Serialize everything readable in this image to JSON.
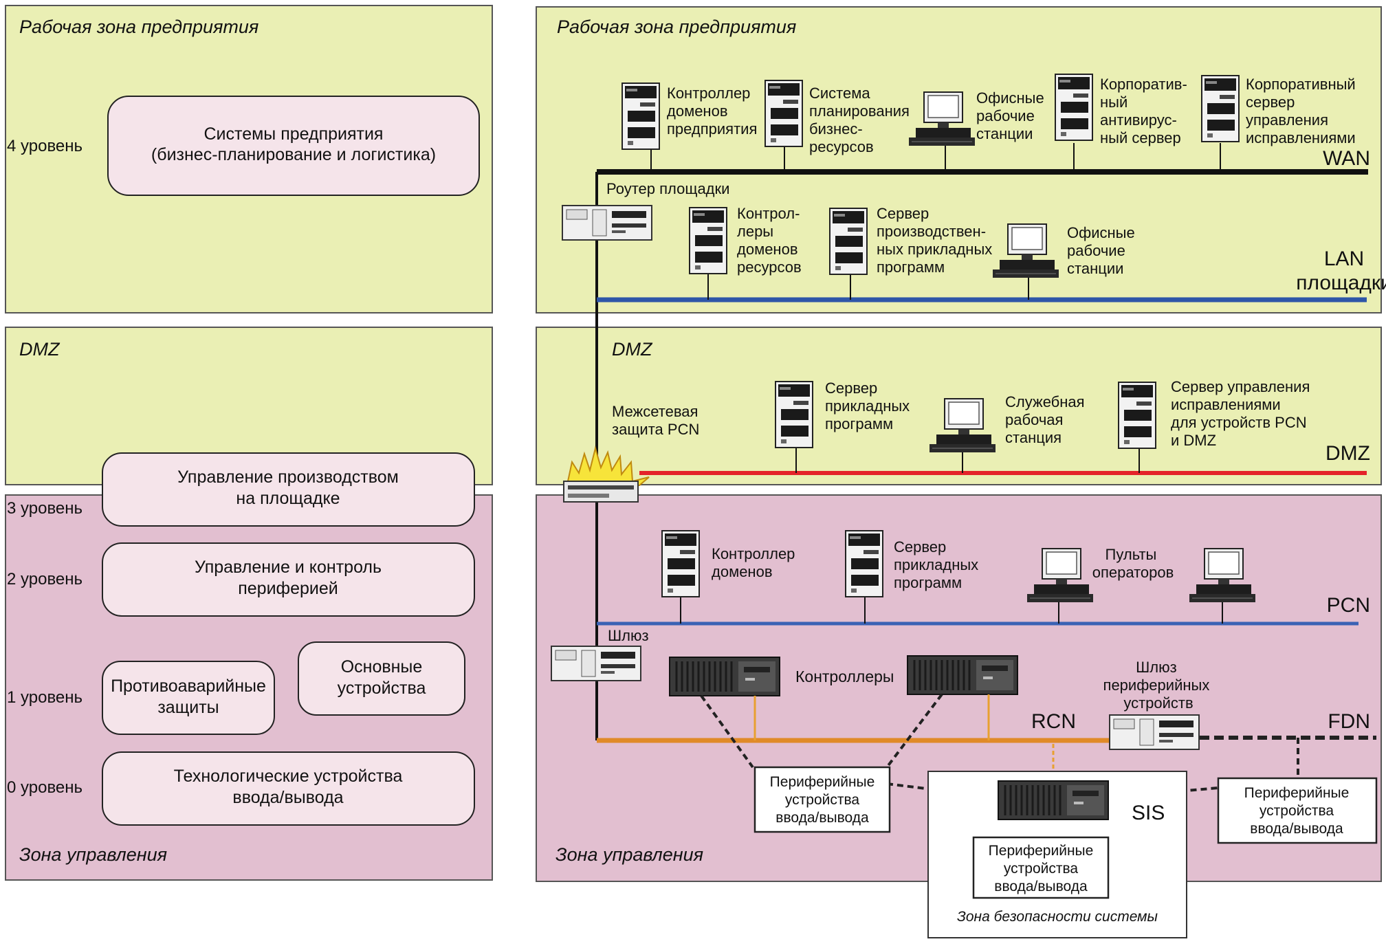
{
  "left": {
    "enterprise_zone_title": "Рабочая зона предприятия",
    "dmz_title": "DMZ",
    "control_zone_title": "Зона управления",
    "levels": {
      "level4": "4 уровень",
      "level3": "3 уровень",
      "level2": "2 уровень",
      "level1": "1 уровень",
      "level0": "0 уровень"
    },
    "boxes": {
      "enterprise_systems": [
        "Системы предприятия",
        "(бизнес-планирование и логистика)"
      ],
      "site_production": [
        "Управление производством",
        "на площадке"
      ],
      "periphery_control": [
        "Управление и контроль",
        "периферией"
      ],
      "emergency_protection": [
        "Противоаварийные",
        "защиты"
      ],
      "basic_devices": [
        "Основные",
        "устройства"
      ],
      "process_io": [
        "Технологические устройства",
        "ввода/вывода"
      ]
    }
  },
  "right": {
    "enterprise_zone_title": "Рабочая зона предприятия",
    "dmz_title": "DMZ",
    "control_zone_title": "Зона управления",
    "safety_zone_title": "Зона безопасности системы",
    "networks": {
      "wan": "WAN",
      "lan": [
        "LAN",
        "площадки"
      ],
      "dmz": "DMZ",
      "pcn": "PCN",
      "rcn": "RCN",
      "fdn": "FDN",
      "sis": "SIS"
    },
    "wan_devices": {
      "domain_controller": [
        "Контроллер",
        "доменов",
        "предприятия"
      ],
      "erp": [
        "Система",
        "планирования",
        "бизнес-",
        "ресурсов"
      ],
      "office_ws": [
        "Офисные",
        "рабочие",
        "станции"
      ],
      "antivirus": [
        "Корпоратив-",
        "ный",
        "антивирус-",
        "ный сервер"
      ],
      "patch_server": [
        "Корпоративный",
        "сервер",
        "управления",
        "исправлениями"
      ]
    },
    "site_router": "Роутер площадки",
    "lan_devices": {
      "resource_dc": [
        "Контрол-",
        "леры",
        "доменов",
        "ресурсов"
      ],
      "production_apps": [
        "Сервер",
        "производствен-",
        "ных прикладных",
        "программ"
      ],
      "office_ws": [
        "Офисные",
        "рабочие",
        "станции"
      ]
    },
    "dmz_devices": {
      "firewall": [
        "Межсетевая",
        "защита PCN"
      ],
      "app_server": [
        "Сервер",
        "прикладных",
        "программ"
      ],
      "service_ws": [
        "Служебная",
        "рабочая",
        "станция"
      ],
      "patch_server": [
        "Сервер управления",
        "исправлениями",
        "для устройств PCN",
        "и DMZ"
      ]
    },
    "pcn_devices": {
      "domain_controller": [
        "Контроллер",
        "доменов"
      ],
      "app_server": [
        "Сервер",
        "прикладных",
        "программ"
      ],
      "operator_consoles": [
        "Пульты",
        "операторов"
      ]
    },
    "gateway": "Шлюз",
    "controllers": "Контроллеры",
    "peripheral_gateway": [
      "Шлюз",
      "периферийных",
      "устройств"
    ],
    "peripheral_io": [
      "Периферийные",
      "устройства",
      "ввода/вывода"
    ]
  },
  "colors": {
    "zone_yellow": "#eaefb4",
    "zone_pink": "#e2bfd0",
    "box_fill": "#f5e4ea",
    "wan_line": "#111111",
    "lan_line": "#2e56a8",
    "dmz_line": "#e4232a",
    "pcn_line": "#3a62b4",
    "rcn_line": "#e08a28",
    "fdn_line": "#222222"
  }
}
